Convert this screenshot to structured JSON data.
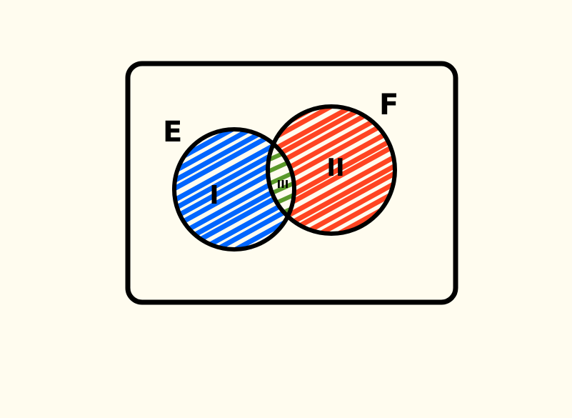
{
  "diagram": {
    "set_labels": {
      "E": "E",
      "F": "F"
    },
    "region_labels": {
      "only_E": "I",
      "only_F": "II",
      "intersection": "III"
    },
    "colors": {
      "background": "#fffcef",
      "outline": "#000000",
      "only_E_hatch": "#0066ff",
      "only_F_hatch": "#ff4422",
      "intersection_hatch": "#5a9a2a"
    }
  }
}
